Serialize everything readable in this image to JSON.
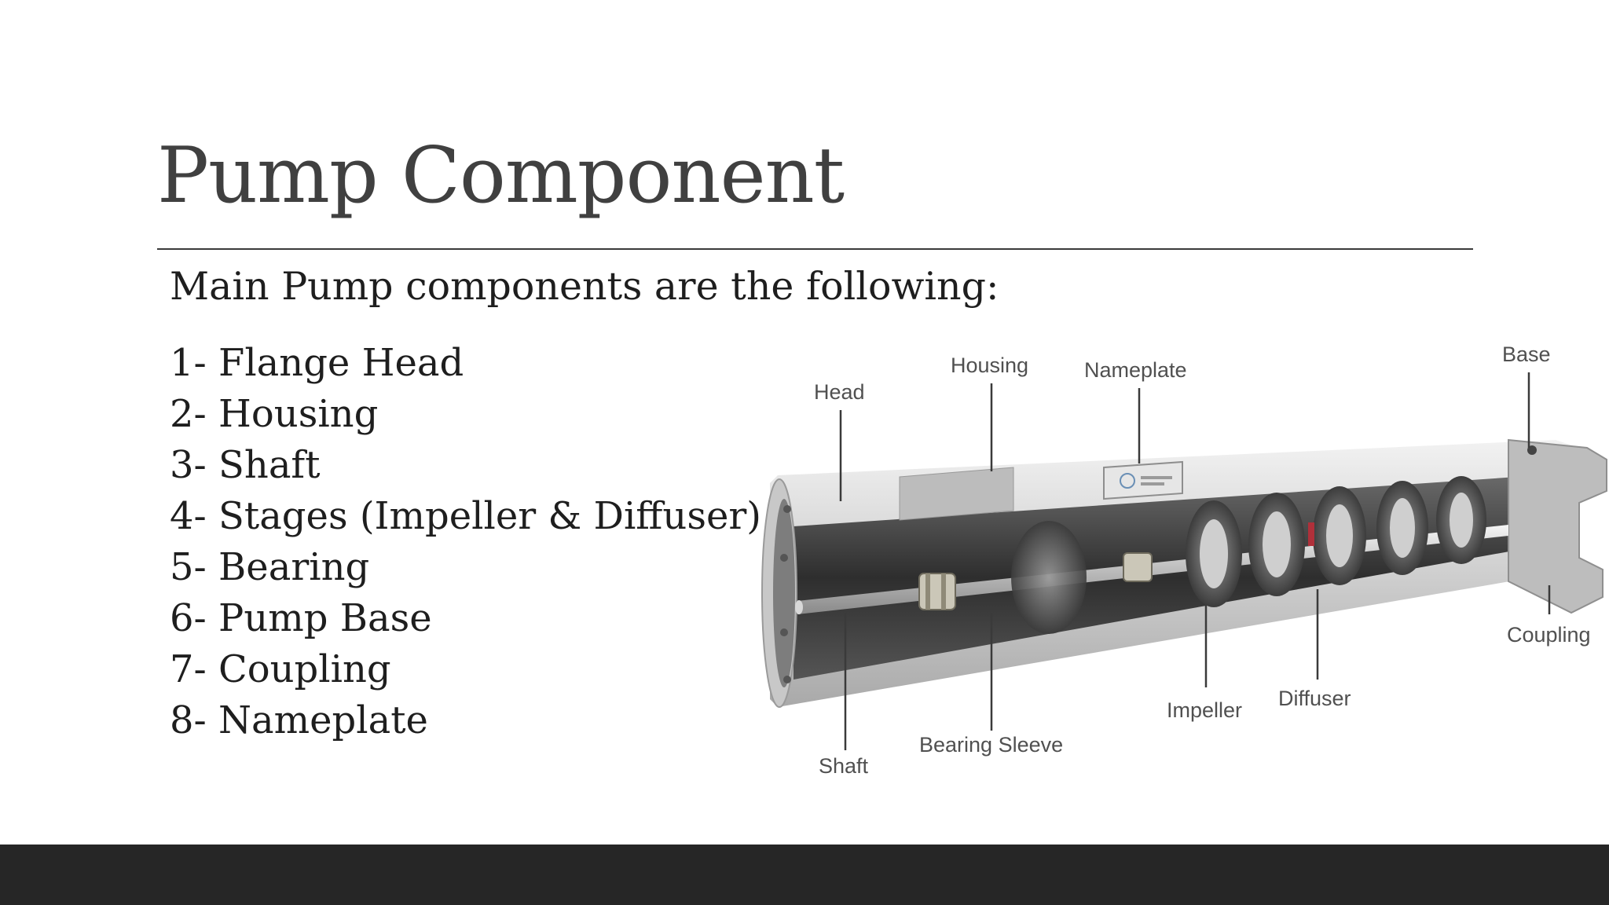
{
  "slide": {
    "title": "Pump Component",
    "intro": "Main Pump components are the following:",
    "items": [
      "1- Flange Head",
      "2- Housing",
      "3- Shaft",
      "4- Stages (Impeller & Diffuser)",
      "5- Bearing",
      "6- Pump Base",
      "7- Coupling",
      "8- Nameplate"
    ]
  },
  "diagram": {
    "labels": {
      "head": "Head",
      "housing": "Housing",
      "nameplate": "Nameplate",
      "base": "Base",
      "coupling": "Coupling",
      "diffuser": "Diffuser",
      "impeller": "Impeller",
      "bearing_sleeve": "Bearing Sleeve",
      "shaft": "Shaft"
    }
  },
  "colors": {
    "title": "#404040",
    "text": "#1e1e1e",
    "footer": "#262626",
    "label": "#505050"
  }
}
